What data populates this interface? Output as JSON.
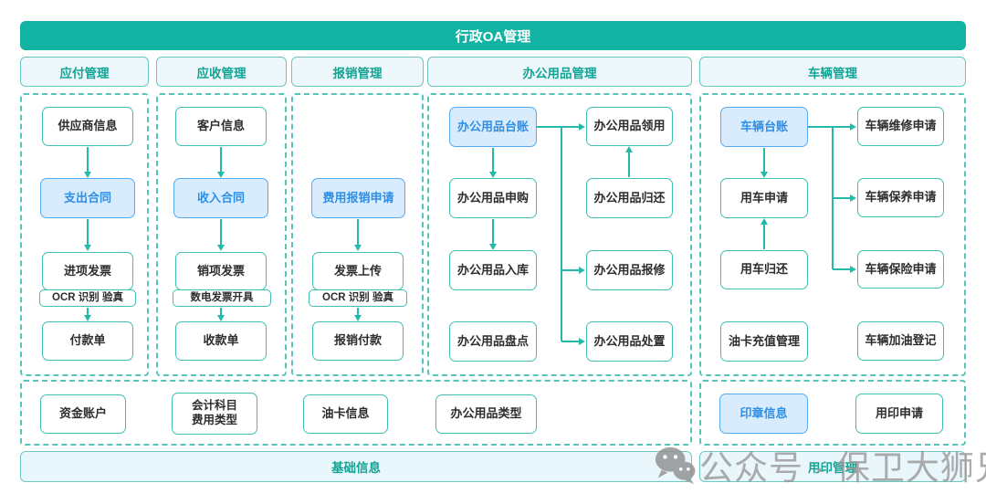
{
  "title": "行政OA管理",
  "colors": {
    "primary_teal": "#12b3a3",
    "header_text_teal": "#13a496",
    "node_border_teal": "#3ebfb0",
    "highlight_bg_blue": "#d9ecfd",
    "highlight_border_blue": "#55a9ef",
    "highlight_text_blue": "#2e8fe6",
    "arrow_teal": "#25b9ab"
  },
  "columns": [
    {
      "header": "应付管理",
      "nodes": [
        "供应商信息",
        "支出合同",
        "进项发票",
        "OCR 识别 验真",
        "付款单"
      ]
    },
    {
      "header": "应收管理",
      "nodes": [
        "客户信息",
        "收入合同",
        "销项发票",
        "数电发票开具",
        "收款单"
      ]
    },
    {
      "header": "报销管理",
      "nodes": [
        "费用报销申请",
        "发票上传",
        "OCR 识别 验真",
        "报销付款"
      ]
    },
    {
      "header": "办公用品管理",
      "left_nodes": [
        "办公用品台账",
        "办公用品申购",
        "办公用品入库",
        "办公用品盘点"
      ],
      "right_nodes": [
        "办公用品领用",
        "办公用品归还",
        "办公用品报修",
        "办公用品处置"
      ]
    },
    {
      "header": "车辆管理",
      "left_nodes": [
        "车辆台账",
        "用车申请",
        "用车归还",
        "油卡充值管理"
      ],
      "right_nodes": [
        "车辆维修申请",
        "车辆保养申请",
        "车辆保险申请",
        "车辆加油登记"
      ]
    }
  ],
  "footer": {
    "base_items": [
      "资金账户",
      "会计科目\n费用类型",
      "油卡信息",
      "办公用品类型"
    ],
    "seal_items": [
      "印章信息",
      "用印申请"
    ],
    "base_bar": "基础信息",
    "seal_bar": "用印管理"
  },
  "watermark": {
    "icon": "wechat-icon",
    "text": "公众号 · 保卫大狮兄"
  }
}
